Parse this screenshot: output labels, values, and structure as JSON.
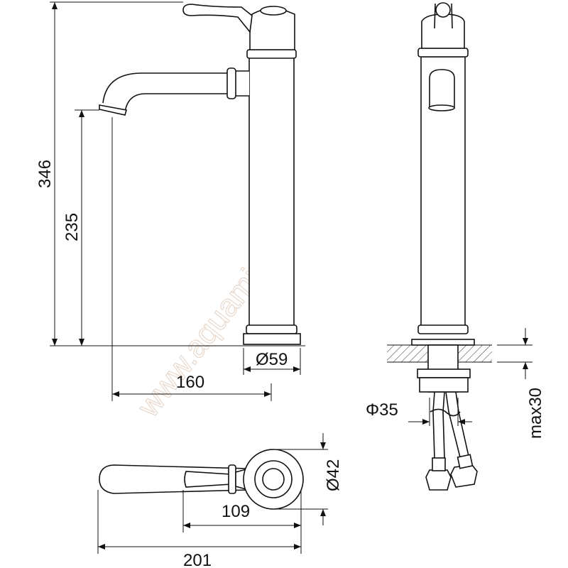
{
  "dimensions": {
    "total_height": "346",
    "spout_height": "235",
    "spout_reach": "160",
    "base_diameter": "Ø59",
    "hole_diameter": "Φ35",
    "max_counter_thickness": "max30",
    "top_diameter": "Ø42",
    "handle_length": "109",
    "total_length": "201"
  },
  "watermark": "www.aquamir.ru"
}
